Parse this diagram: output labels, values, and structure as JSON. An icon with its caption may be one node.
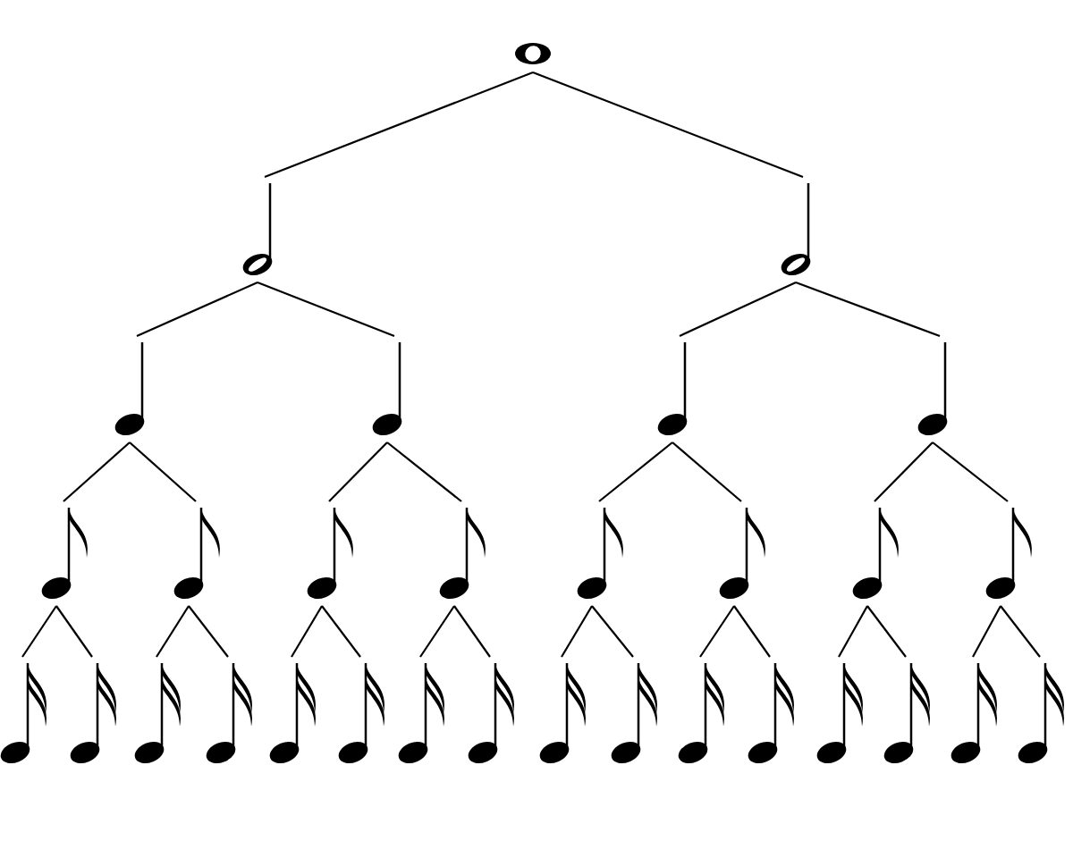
{
  "diagram": {
    "nodes": [
      {
        "text": [],
        "shape": "whole-note"
      },
      {
        "text": [],
        "shape": "half-note"
      },
      {
        "text": [],
        "shape": "half-note"
      },
      {
        "text": [],
        "shape": "quarter-note"
      },
      {
        "text": [],
        "shape": "quarter-note"
      },
      {
        "text": [],
        "shape": "quarter-note"
      },
      {
        "text": [],
        "shape": "quarter-note"
      },
      {
        "text": [],
        "shape": "eighth-note"
      },
      {
        "text": [],
        "shape": "eighth-note"
      },
      {
        "text": [],
        "shape": "eighth-note"
      },
      {
        "text": [],
        "shape": "eighth-note"
      },
      {
        "text": [],
        "shape": "eighth-note"
      },
      {
        "text": [],
        "shape": "eighth-note"
      },
      {
        "text": [],
        "shape": "eighth-note"
      },
      {
        "text": [],
        "shape": "eighth-note"
      },
      {
        "text": [],
        "shape": "sixteenth-note"
      },
      {
        "text": [],
        "shape": "sixteenth-note"
      },
      {
        "text": [],
        "shape": "sixteenth-note"
      },
      {
        "text": [],
        "shape": "sixteenth-note"
      },
      {
        "text": [],
        "shape": "sixteenth-note"
      },
      {
        "text": [],
        "shape": "sixteenth-note"
      },
      {
        "text": [],
        "shape": "sixteenth-note"
      },
      {
        "text": [],
        "shape": "sixteenth-note"
      },
      {
        "text": [],
        "shape": "sixteenth-note"
      },
      {
        "text": [],
        "shape": "sixteenth-note"
      },
      {
        "text": [],
        "shape": "sixteenth-note"
      },
      {
        "text": [],
        "shape": "sixteenth-note"
      },
      {
        "text": [],
        "shape": "sixteenth-note"
      },
      {
        "text": [],
        "shape": "sixteenth-note"
      },
      {
        "text": [],
        "shape": "sixteenth-note"
      },
      {
        "text": [],
        "shape": "sixteenth-note"
      }
    ],
    "edges": [
      {
        "from": 0,
        "to": 1,
        "arrow": "none"
      },
      {
        "from": 0,
        "to": 2,
        "arrow": "none"
      },
      {
        "from": 1,
        "to": 3,
        "arrow": "none"
      },
      {
        "from": 1,
        "to": 4,
        "arrow": "none"
      },
      {
        "from": 2,
        "to": 5,
        "arrow": "none"
      },
      {
        "from": 2,
        "to": 6,
        "arrow": "none"
      },
      {
        "from": 3,
        "to": 7,
        "arrow": "none"
      },
      {
        "from": 3,
        "to": 8,
        "arrow": "none"
      },
      {
        "from": 4,
        "to": 9,
        "arrow": "none"
      },
      {
        "from": 4,
        "to": 10,
        "arrow": "none"
      },
      {
        "from": 5,
        "to": 11,
        "arrow": "none"
      },
      {
        "from": 5,
        "to": 12,
        "arrow": "none"
      },
      {
        "from": 6,
        "to": 13,
        "arrow": "none"
      },
      {
        "from": 6,
        "to": 14,
        "arrow": "none"
      },
      {
        "from": 7,
        "to": 15,
        "arrow": "none"
      },
      {
        "from": 7,
        "to": 16,
        "arrow": "none"
      },
      {
        "from": 8,
        "to": 17,
        "arrow": "none"
      },
      {
        "from": 8,
        "to": 18,
        "arrow": "none"
      },
      {
        "from": 9,
        "to": 19,
        "arrow": "none"
      },
      {
        "from": 9,
        "to": 20,
        "arrow": "none"
      },
      {
        "from": 10,
        "to": 21,
        "arrow": "none"
      },
      {
        "from": 10,
        "to": 22,
        "arrow": "none"
      },
      {
        "from": 11,
        "to": 23,
        "arrow": "none"
      },
      {
        "from": 11,
        "to": 24,
        "arrow": "none"
      },
      {
        "from": 12,
        "to": 25,
        "arrow": "none"
      },
      {
        "from": 12,
        "to": 26,
        "arrow": "none"
      },
      {
        "from": 13,
        "to": 27,
        "arrow": "none"
      },
      {
        "from": 13,
        "to": 28,
        "arrow": "none"
      },
      {
        "from": 14,
        "to": 29,
        "arrow": "none"
      },
      {
        "from": 14,
        "to": 30,
        "arrow": "none"
      }
    ]
  }
}
